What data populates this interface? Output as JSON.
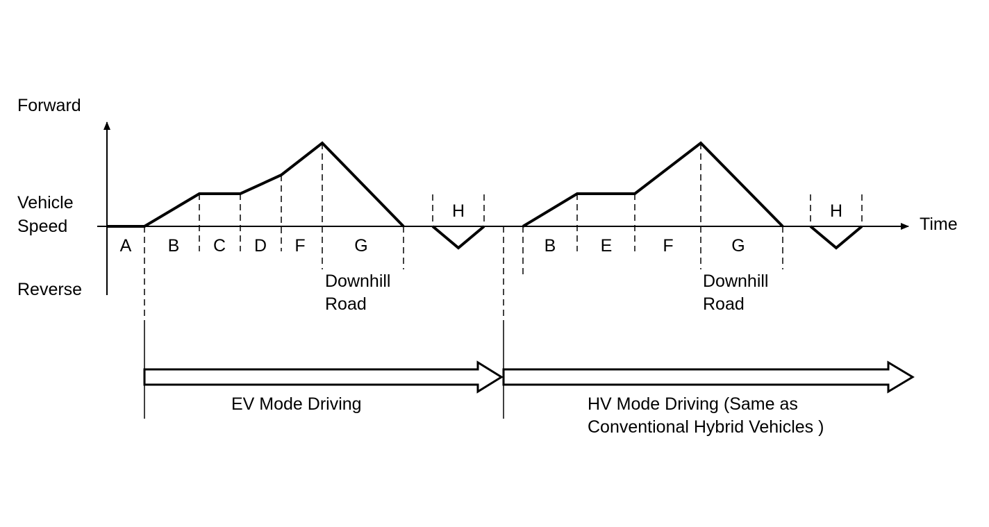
{
  "axis": {
    "forward": "Forward",
    "speed_line1": "Vehicle",
    "speed_line2": "Speed",
    "reverse": "Reverse",
    "time": "Time"
  },
  "ev_segments": [
    "A",
    "B",
    "C",
    "D",
    "F",
    "G"
  ],
  "ev_h": "H",
  "hv_segments": [
    "B",
    "E",
    "F",
    "G"
  ],
  "hv_h": "H",
  "downhill": {
    "line1": "Downhill",
    "line2": "Road"
  },
  "modes": {
    "ev": "EV Mode Driving",
    "hv_line1": "HV Mode Driving (Same as",
    "hv_line2": "Conventional Hybrid Vehicles )"
  }
}
